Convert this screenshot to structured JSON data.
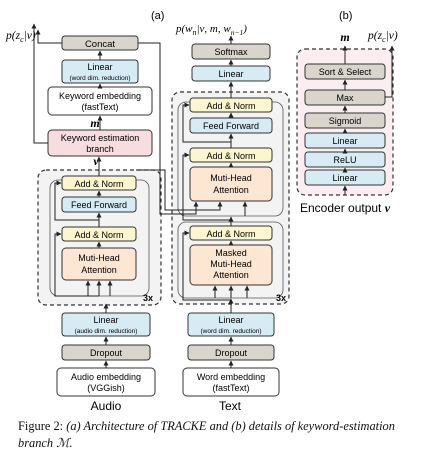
{
  "labels": {
    "a": "(a)",
    "b": "(b)",
    "p_zc": "p(z",
    "p_zc_sub": "c",
    "p_zc_tail": "|ν)",
    "p_wn": "p(w",
    "p_wn_sub": "n",
    "p_wn_tail": "|ν, m, w",
    "p_wn_sub2": "n−1",
    "p_wn_close": ")",
    "p_zc_b": "p(z",
    "p_zc_b_sub": "c",
    "p_zc_b_tail": "|ν)",
    "m_left": "m",
    "m_right": "m",
    "nu_left": "ν",
    "repeat_left": "3x",
    "repeat_right": "3x",
    "audio": "Audio",
    "text": "Text",
    "encoder_output": "Encoder output ",
    "encoder_output_sym": "ν"
  },
  "left_column": {
    "concat": "Concat",
    "linear_kw_1": "Linear",
    "linear_kw_2": "(word dim. reduction)",
    "kw_embed_1": "Keyword embedding",
    "kw_embed_2": "(fastText)",
    "kw_branch_1": "Keyword estimation",
    "kw_branch_2": "branch",
    "add_norm_top": "Add & Norm",
    "feed_forward": "Feed Forward",
    "add_norm_bottom": "Add & Norm",
    "mha_1": "Muti-Head",
    "mha_2": "Attention",
    "linear_audio_1": "Linear",
    "linear_audio_2": "(audio dim. reduction)",
    "dropout": "Dropout",
    "audio_embed_1": "Audio embedding",
    "audio_embed_2": "(VGGish)"
  },
  "mid_column": {
    "softmax": "Softmax",
    "linear_top": "Linear",
    "add_norm_1": "Add & Norm",
    "feed_forward": "Feed Forward",
    "add_norm_2": "Add & Norm",
    "mha_1": "Muti-Head",
    "mha_2": "Attention",
    "add_norm_3": "Add & Norm",
    "masked_1": "Masked",
    "masked_2": "Muti-Head",
    "masked_3": "Attention",
    "linear_word_1": "Linear",
    "linear_word_2": "(word dim. reduction)",
    "dropout": "Dropout",
    "word_embed_1": "Word embedding",
    "word_embed_2": "(fastText)"
  },
  "right_column": {
    "sort_select": "Sort & Select",
    "max": "Max",
    "sigmoid": "Sigmoid",
    "linear_1": "Linear",
    "relu": "ReLU",
    "linear_2": "Linear"
  },
  "caption": {
    "prefix": "Figure 2: ",
    "body": "(a) Architecture of TRACKE and (b) details of keyword-estimation branch ℳ."
  },
  "colors": {
    "gray_box": "#d9d4cc",
    "blue_box": "#d7ebf4",
    "yellow_box": "#fbf6cd",
    "orange_box": "#fde6d2",
    "pink_box": "#f6dde0",
    "dash_bg": "#f3f3f3",
    "pink_bg": "#fbeef0"
  }
}
